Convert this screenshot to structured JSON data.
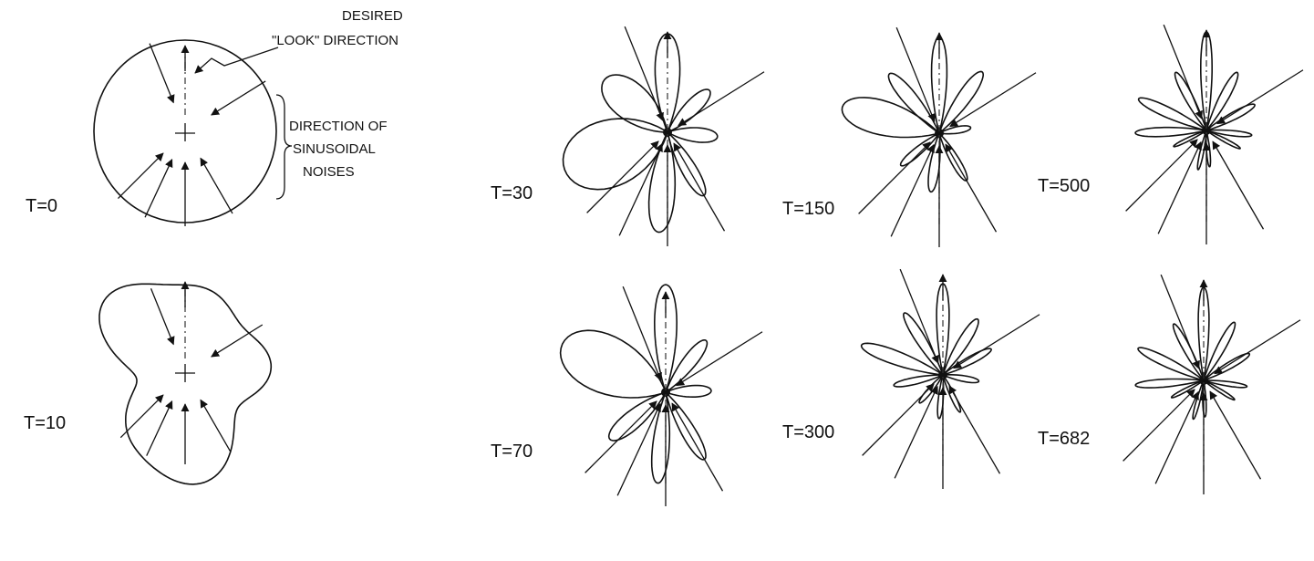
{
  "annotations": {
    "look_direction": [
      "DESIRED",
      "\"LOOK\" DIRECTION"
    ],
    "noise_direction": [
      "DIRECTION OF",
      "SINUSOIDAL",
      "NOISES"
    ]
  },
  "patterns": [
    {
      "label": "T=0",
      "shape": "circle"
    },
    {
      "label": "T=10",
      "shape": "blob"
    },
    {
      "label": "T=30",
      "shape": "lobes"
    },
    {
      "label": "T=70",
      "shape": "lobes"
    },
    {
      "label": "T=150",
      "shape": "lobes"
    },
    {
      "label": "T=300",
      "shape": "lobes"
    },
    {
      "label": "T=500",
      "shape": "lobes"
    },
    {
      "label": "T=682",
      "shape": "lobes"
    }
  ]
}
